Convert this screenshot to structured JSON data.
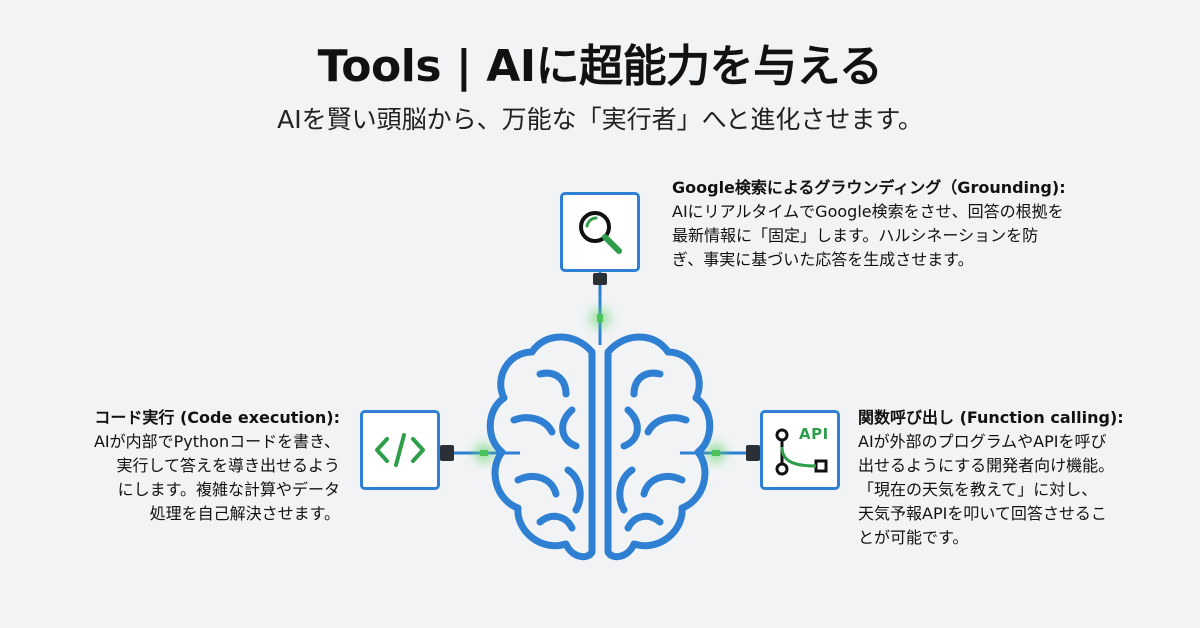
{
  "title": "Tools | AIに超能力を与える",
  "subtitle": "AIを賢い頭脳から、万能な「実行者」へと進化させます。",
  "colors": {
    "accent_blue": "#2f7fd3",
    "accent_green": "#2e9e4a",
    "glow_green": "#5fd36a",
    "connector": "#2b2f36"
  },
  "tools": {
    "search": {
      "icon": "magnifier-icon",
      "heading": "Google検索によるグラウンディング（Grounding):",
      "lines": [
        "AIにリアルタイムでGoogle検索をさせ、回答の根拠を",
        "最新情報に「固定」します。ハルシネーションを防",
        "ぎ、事実に基づいた応答を生成させます。"
      ]
    },
    "code": {
      "icon": "code-brackets-icon",
      "heading": "コード実行 (Code execution):",
      "lines": [
        "AIが内部でPythonコードを書き、",
        "実行して答えを導き出せるよう",
        "にします。複雑な計算やデータ",
        "処理を自己解決させます。"
      ]
    },
    "api": {
      "icon": "api-flow-icon",
      "icon_label": "API",
      "heading": "関数呼び出し (Function calling):",
      "lines": [
        "AIが外部のプログラムやAPIを呼び",
        "出せるようにする開発者向け機能。",
        "「現在の天気を教えて」に対し、",
        "天気予報APIを叩いて回答させるこ",
        "とが可能です。"
      ]
    }
  }
}
